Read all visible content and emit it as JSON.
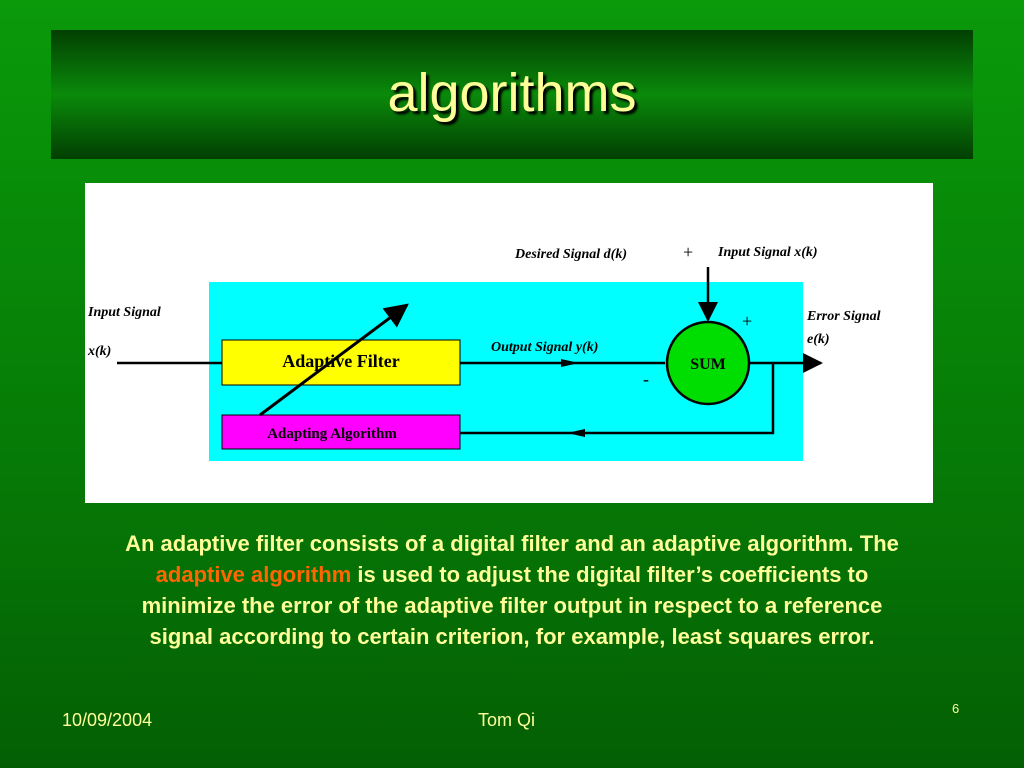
{
  "slide": {
    "title": "algorithms",
    "body_parts": [
      "An adaptive filter consists of a digital filter and an adaptive algorithm. The ",
      "adaptive algorithm",
      " is used to adjust the digital filter’s coefficients to minimize the error of the adaptive filter output in respect to a reference signal according to certain criterion, for example, least squares error."
    ],
    "footer": {
      "date": "10/09/2004",
      "author": "Tom Qi",
      "page_number": "6"
    }
  },
  "diagram": {
    "input_signal_label": "Input Signal",
    "input_signal_var": "x(k)",
    "adaptive_filter_label": "Adaptive Filter",
    "adapting_algorithm_label": "Adapting Algorithm",
    "output_signal_label": "Output Signal y(k)",
    "sum_label": "SUM",
    "desired_signal_label": "Desired Signal d(k)",
    "top_plus": "+",
    "top_input_signal_label": "Input Signal  x(k)",
    "sum_plus": "+",
    "sum_minus": "-",
    "error_signal_label": "Error Signal",
    "error_signal_var": "e(k)",
    "colors": {
      "panel": "#00ffff",
      "adaptive_filter": "#ffff00",
      "adapting_algorithm": "#ff00ff",
      "sum": "#00dd00"
    }
  }
}
